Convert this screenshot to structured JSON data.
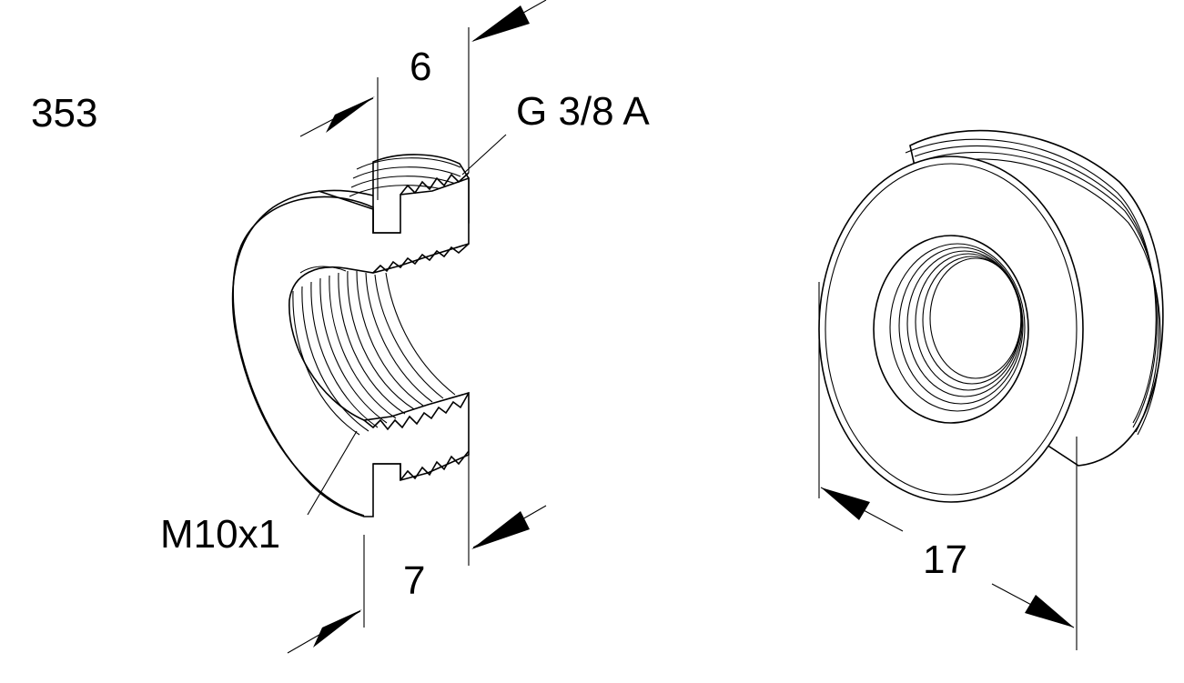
{
  "drawing": {
    "part_number": "353",
    "dim_top": "6",
    "dim_bottom": "7",
    "dim_width": "17",
    "thread_outer": "G 3/8 A",
    "thread_inner": "M10x1"
  },
  "colors": {
    "line": "#000000",
    "background": "#ffffff"
  }
}
